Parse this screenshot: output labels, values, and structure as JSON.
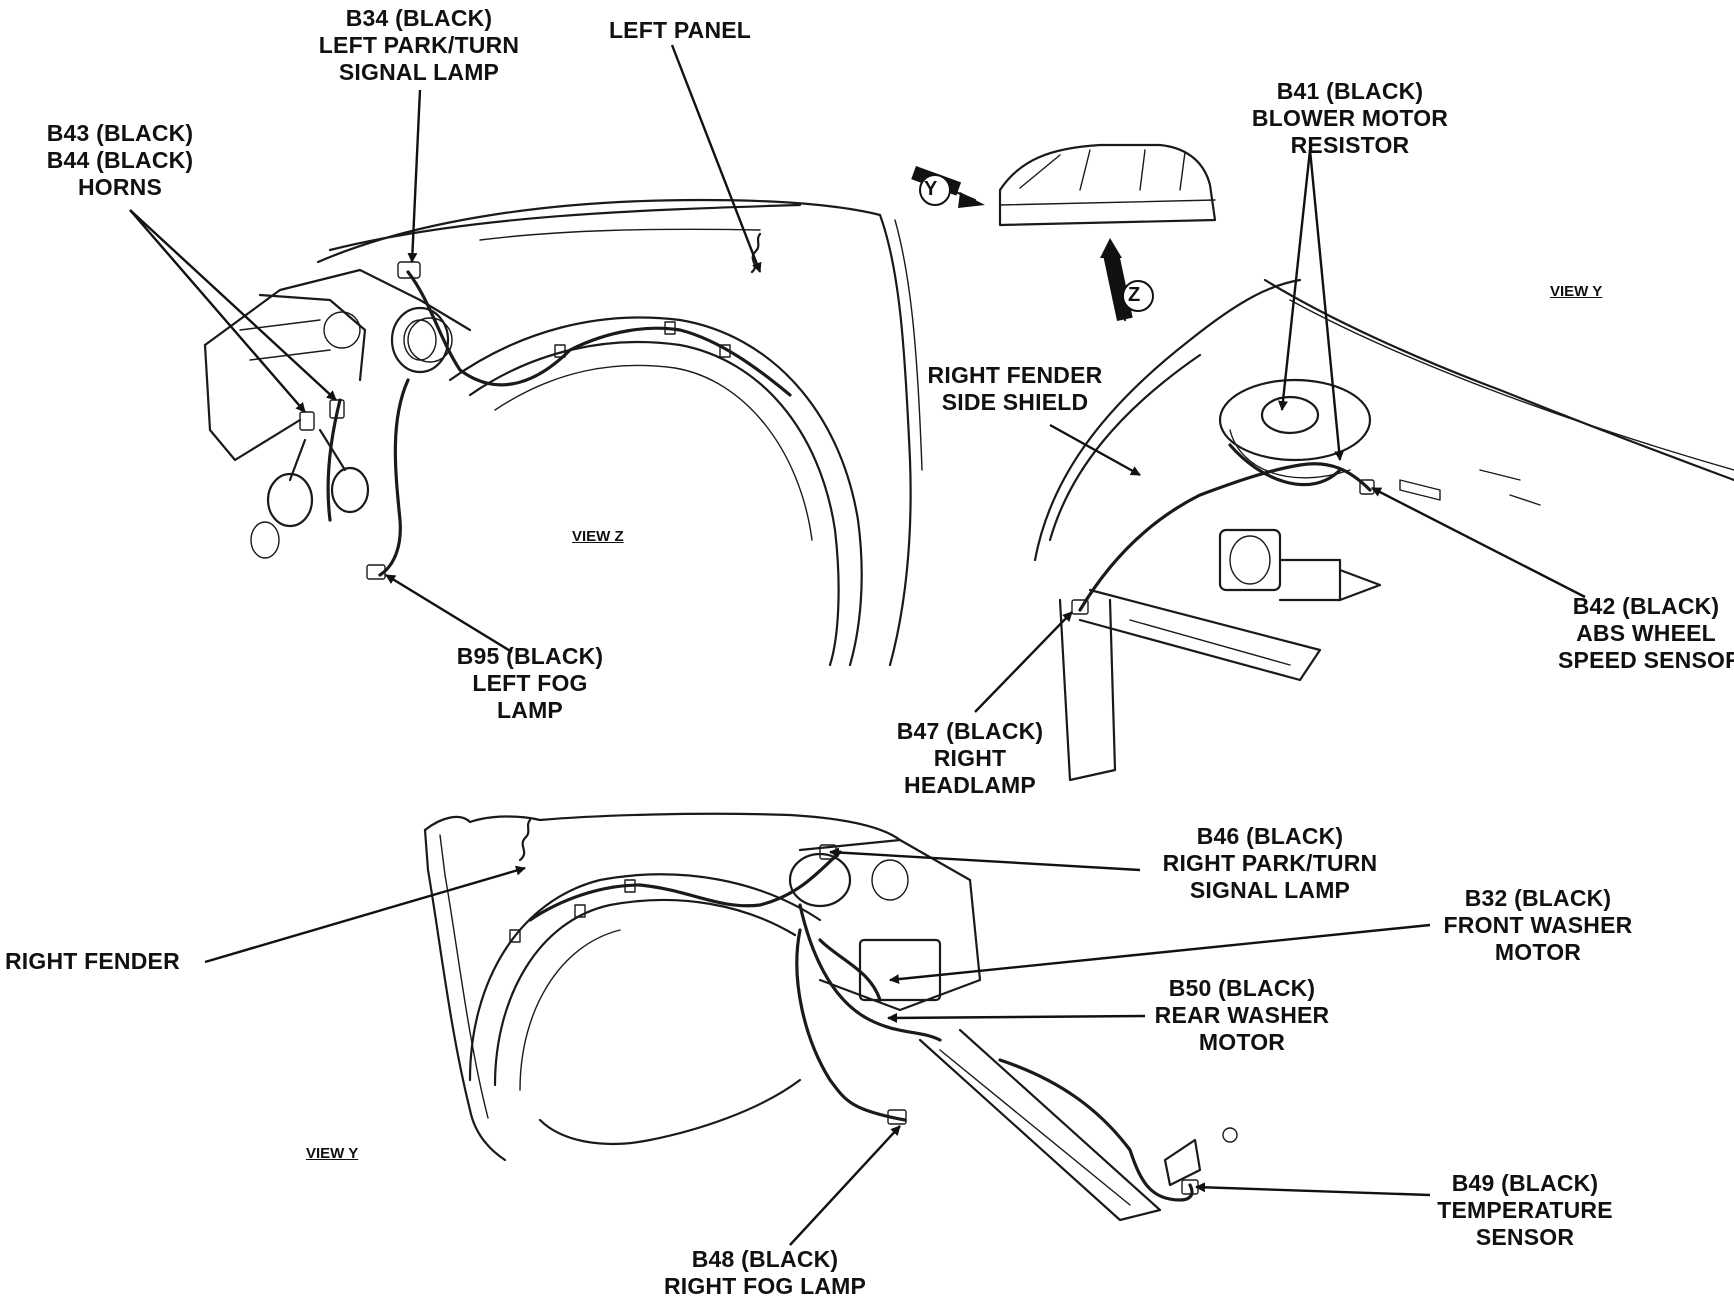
{
  "labels": {
    "b34": [
      "B34 (BLACK)",
      "LEFT PARK/TURN",
      "SIGNAL LAMP"
    ],
    "left_panel": [
      "LEFT PANEL"
    ],
    "horns": [
      "B43 (BLACK)",
      "B44  (BLACK)",
      "HORNS"
    ],
    "b41": [
      "B41 (BLACK)",
      "BLOWER MOTOR",
      "RESISTOR"
    ],
    "right_fender_side_shield": [
      "RIGHT FENDER",
      "SIDE SHIELD"
    ],
    "b95": [
      "B95 (BLACK)",
      "LEFT FOG",
      "LAMP"
    ],
    "b42": [
      "B42 (BLACK)",
      "ABS WHEEL",
      "SPEED SENSOR"
    ],
    "b47": [
      "B47 (BLACK)",
      "RIGHT",
      "HEADLAMP"
    ],
    "b46": [
      "B46 (BLACK)",
      "RIGHT PARK/TURN",
      "SIGNAL LAMP"
    ],
    "b32": [
      "B32 (BLACK)",
      "FRONT WASHER",
      "MOTOR"
    ],
    "right_fender": [
      "RIGHT FENDER"
    ],
    "b50": [
      "B50 (BLACK)",
      "REAR WASHER",
      "MOTOR"
    ],
    "b49": [
      "B49 (BLACK)",
      "TEMPERATURE",
      "SENSOR"
    ],
    "b48": [
      "B48 (BLACK)",
      "RIGHT FOG LAMP"
    ]
  },
  "views": {
    "view_z": "VIEW Z",
    "view_y_top": "VIEW  Y",
    "view_y_bottom": "VIEW Y"
  },
  "vehicle_callouts": {
    "y": "Y",
    "z": "Z"
  }
}
